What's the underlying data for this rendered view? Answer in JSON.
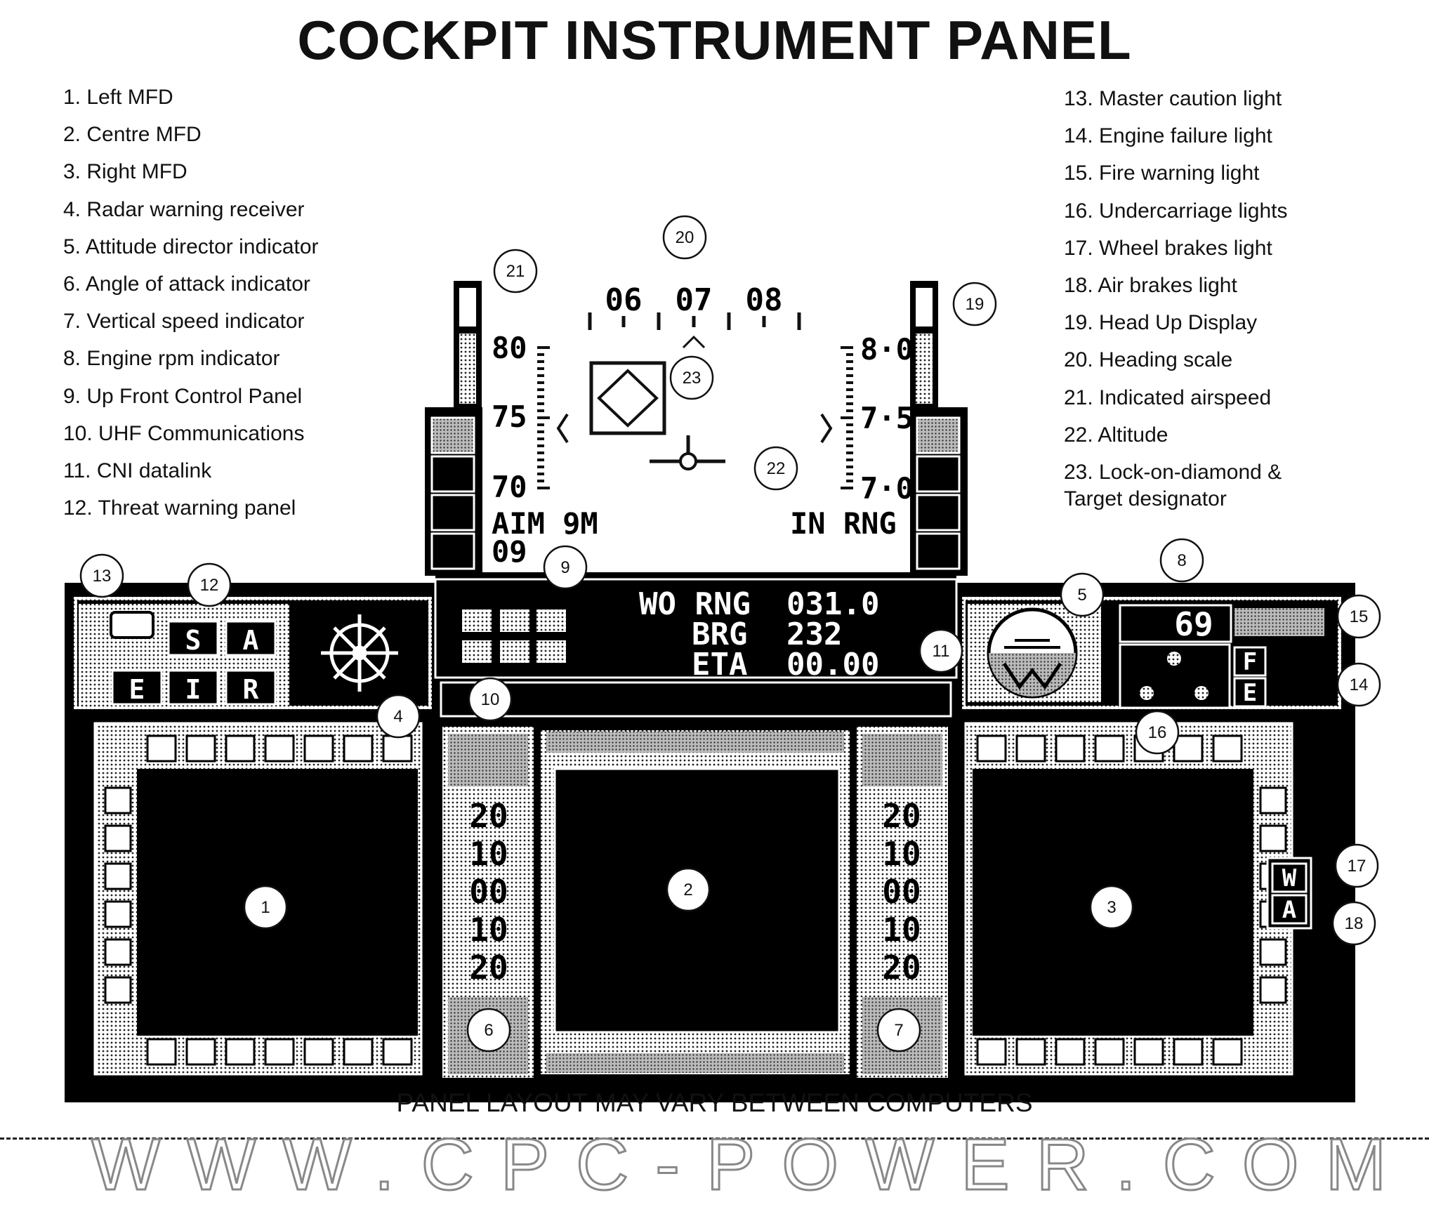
{
  "title": "COCKPIT INSTRUMENT PANEL",
  "legend_left": [
    "1. Left MFD",
    "2. Centre MFD",
    "3. Right MFD",
    "4. Radar warning receiver",
    "5. Attitude director indicator",
    "6. Angle of attack indicator",
    "7. Vertical speed indicator",
    "8. Engine rpm indicator",
    "9. Up Front Control Panel",
    "10. UHF Communications",
    "11. CNI datalink",
    "12. Threat warning panel"
  ],
  "legend_right": [
    "13. Master caution light",
    "14. Engine failure light",
    "15. Fire warning light",
    "16. Undercarriage lights",
    "17. Wheel brakes light",
    "18. Air brakes light",
    "19. Head Up Display",
    "20. Heading scale",
    "21. Indicated airspeed",
    "22. Altitude",
    "23. Lock-on-diamond &",
    "Target designator"
  ],
  "hud": {
    "heading_labels": [
      "06",
      "07",
      "08"
    ],
    "speed_labels": [
      "80",
      "75",
      "70"
    ],
    "altitude_labels": [
      "8·0",
      "7·5",
      "7·0"
    ],
    "weapon": "AIM 9M",
    "weapon_count": "09",
    "range_status": "IN RNG"
  },
  "ufcp": {
    "line1_label": "WO RNG",
    "line1_value": "031.0",
    "line2_label": "BRG",
    "line2_value": "232",
    "line3_label": "ETA",
    "line3_value": "00.00"
  },
  "threat_panel": {
    "buttons": [
      "S",
      "A",
      "E",
      "I",
      "R"
    ]
  },
  "rpm_value": "69",
  "warning_lights": {
    "fire": "F",
    "engine": "E",
    "wheel_brakes": "W",
    "air_brakes": "A"
  },
  "gauge_scale": [
    "20",
    "10",
    "00",
    "10",
    "20"
  ],
  "callouts": [
    "1",
    "2",
    "3",
    "4",
    "5",
    "6",
    "7",
    "8",
    "9",
    "10",
    "11",
    "12",
    "13",
    "14",
    "15",
    "16",
    "17",
    "18",
    "19",
    "20",
    "21",
    "22",
    "23"
  ],
  "footer": "PANEL LAYOUT MAY VARY BETWEEN COMPUTERS",
  "watermark": "WWW.CPC-POWER.COM"
}
